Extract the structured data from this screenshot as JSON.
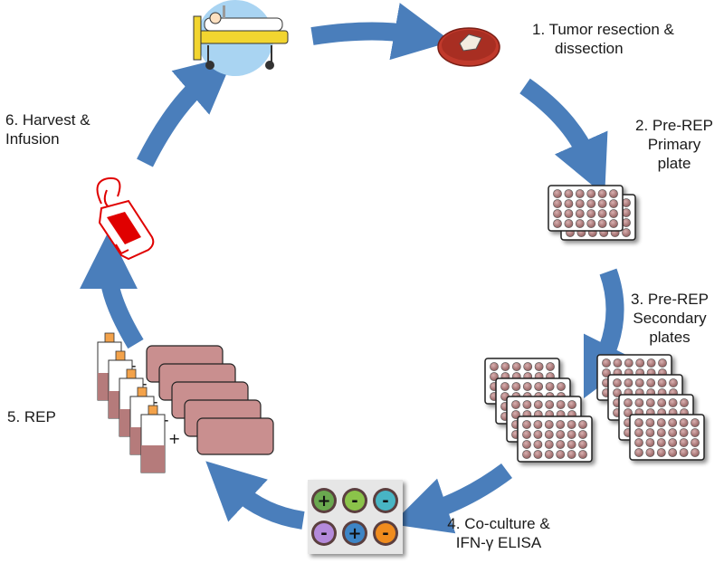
{
  "steps": [
    {
      "id": 1,
      "line1": "1.   Tumor resection &",
      "line2": "dissection"
    },
    {
      "id": 2,
      "line1": "2. Pre-REP",
      "line2": "Primary",
      "line3": "plate"
    },
    {
      "id": 3,
      "line1": "3. Pre-REP",
      "line2": "Secondary",
      "line3": "plates"
    },
    {
      "id": 4,
      "line1": "4. Co-culture &",
      "line2": "IFN-γ ELISA"
    },
    {
      "id": 5,
      "line1": "5. REP"
    },
    {
      "id": 6,
      "line1": "6. Harvest &",
      "line2": "Infusion"
    }
  ],
  "elisa_signs": [
    "+",
    "-",
    "-",
    "-",
    "+",
    "-"
  ],
  "colors": {
    "arrow": "#4a7ebb",
    "petri_dish": "#c0392b",
    "flask_medium": "#b57b7b",
    "bag": "#e00000",
    "patient_circle": "#a9d4f2"
  }
}
